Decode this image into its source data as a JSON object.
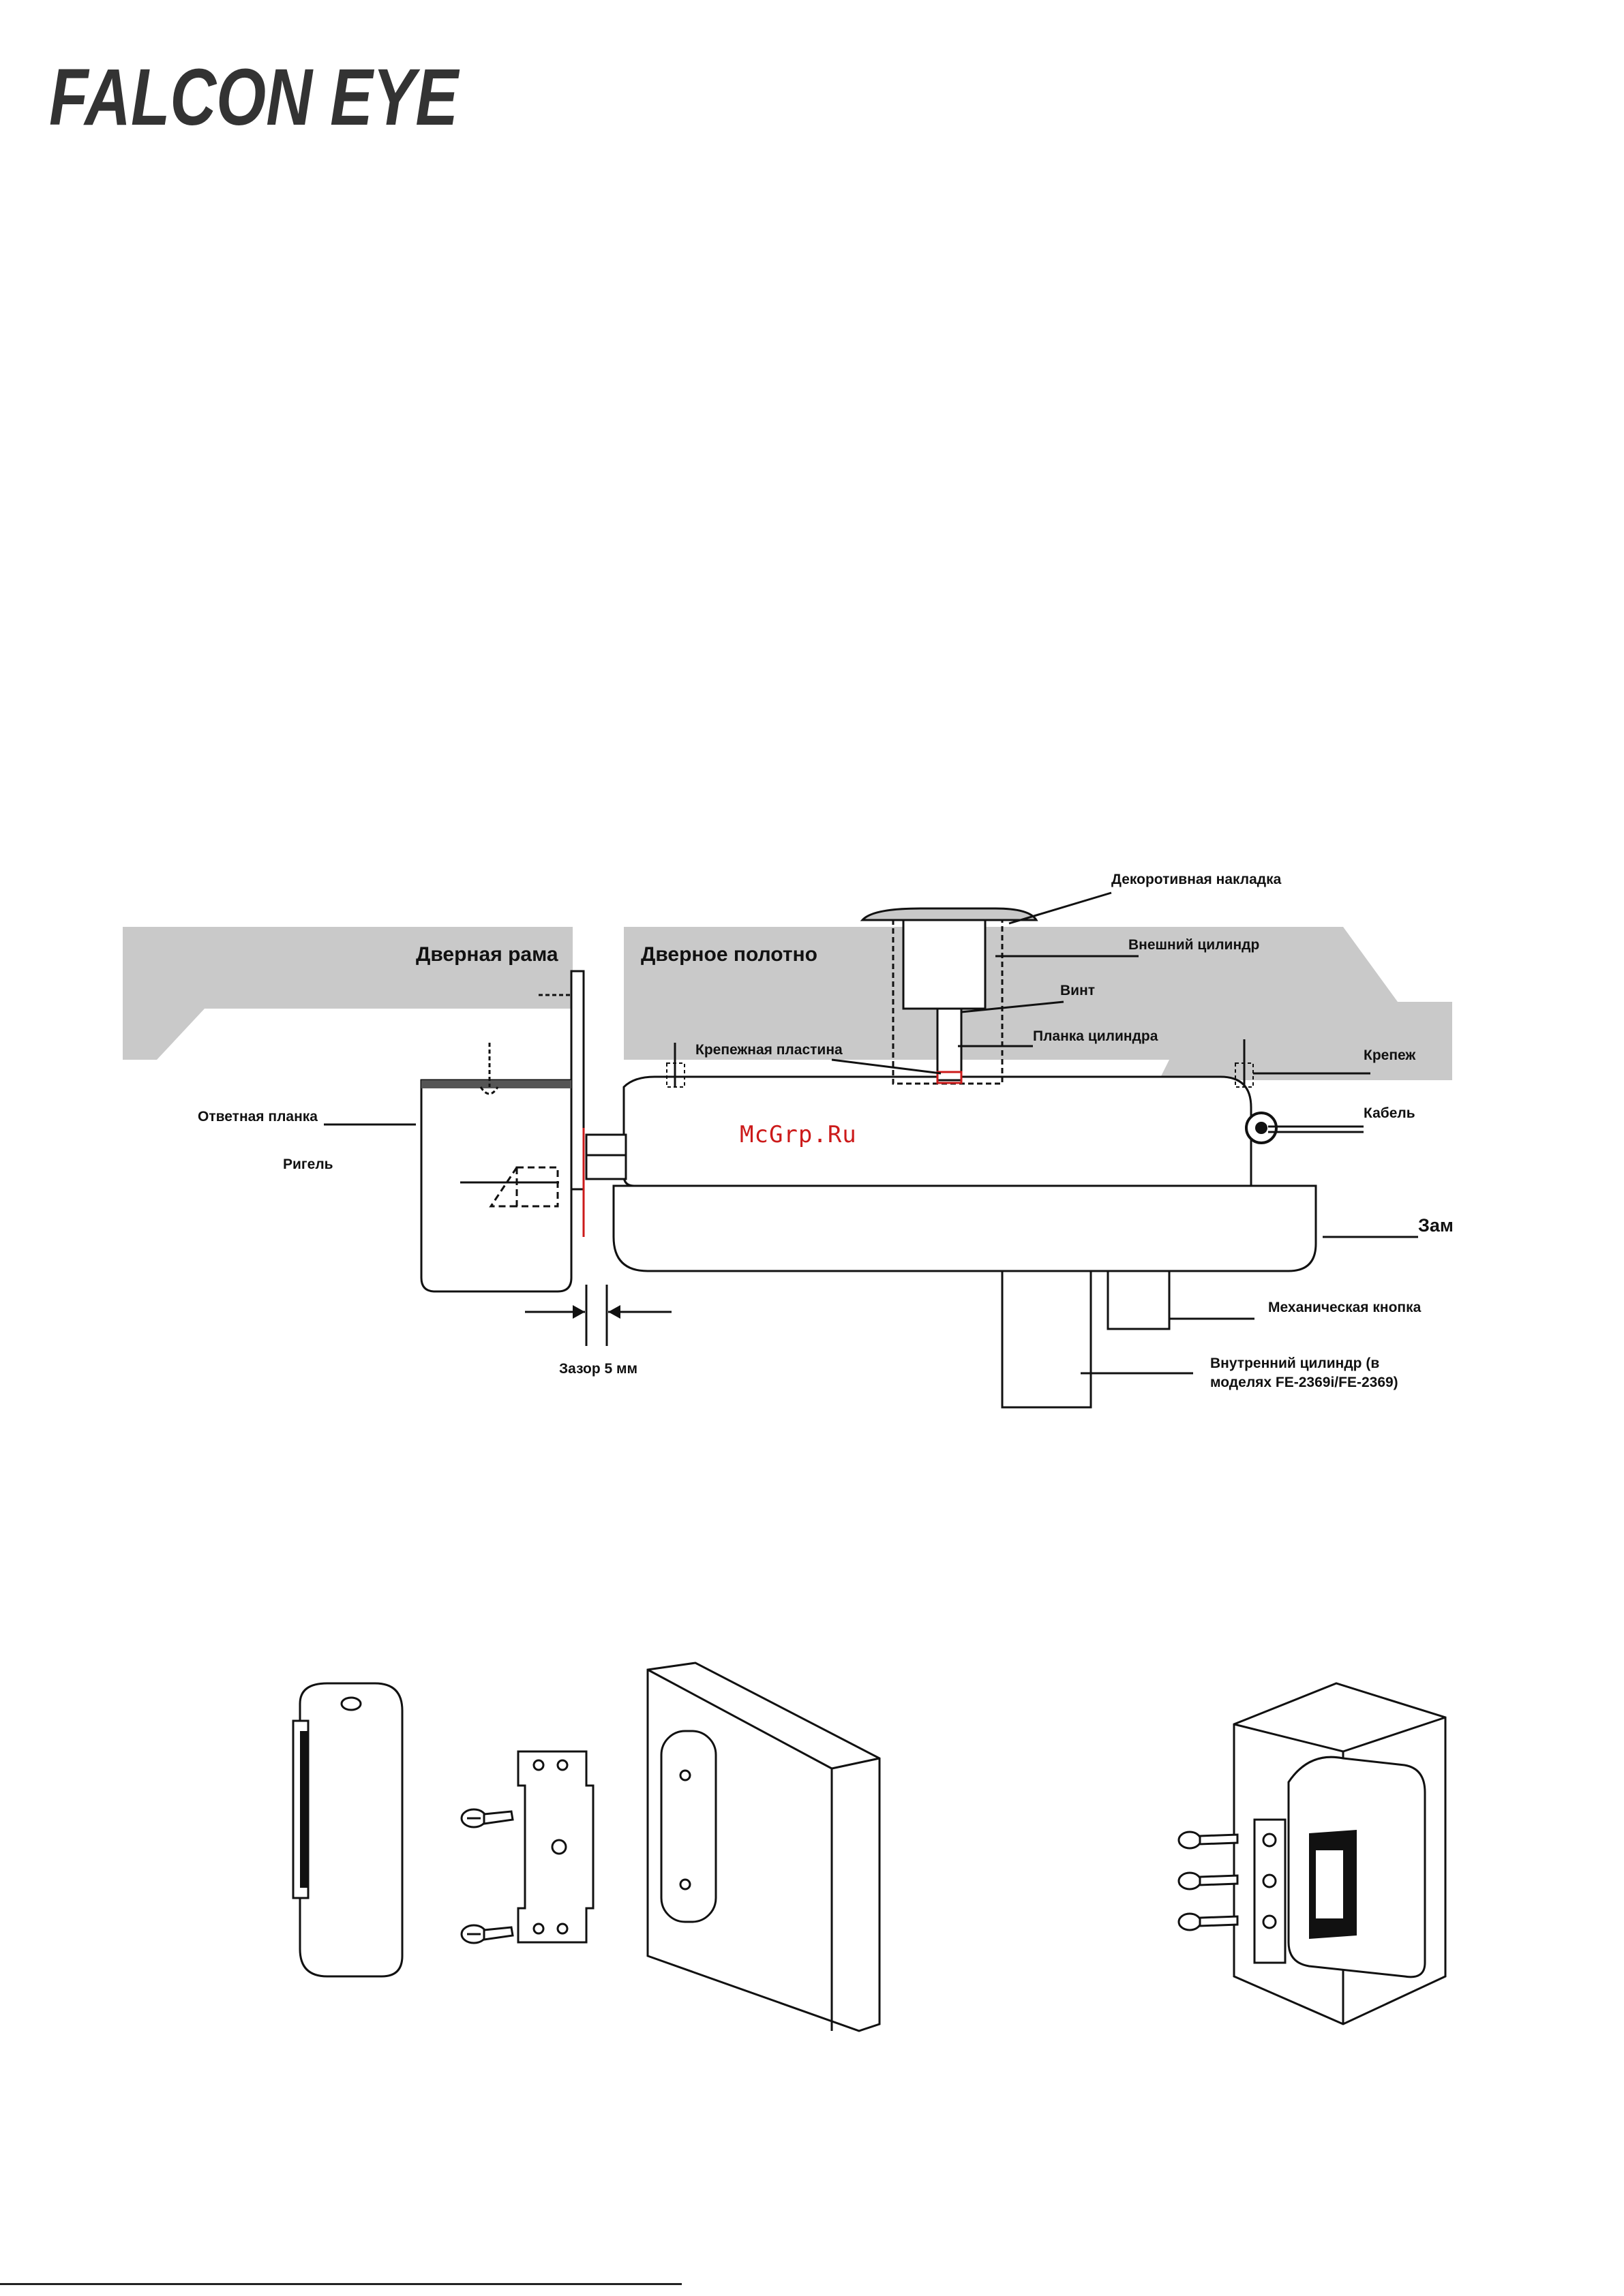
{
  "brand": {
    "logo_text": "FALCON EYE"
  },
  "watermark": "McGrp.Ru",
  "diagram": {
    "labels": {
      "door_frame": "Дверная рама",
      "door_leaf": "Дверное полотно",
      "decorative_cover": "Декоротивная накладка",
      "outer_cylinder": "Внешний цилиндр",
      "screw": "Винт",
      "mounting_plate": "Крепежная пластина",
      "cylinder_plate": "Планка цилиндра",
      "fastener": "Крепеж",
      "strike_plate": "Ответная планка",
      "bolt": "Ригель",
      "cable": "Кабель",
      "lock": "Замок",
      "mechanical_button": "Механическая кнопка",
      "inner_cylinder_line1": "Внутренний цилиндр (в",
      "inner_cylinder_line2": "моделях FE-2369i/FE-2369)",
      "gap": "Зазор 5 мм"
    }
  },
  "colors": {
    "wall": "#c9c9c9",
    "line": "#111111",
    "accent": "#cc1a1a"
  }
}
